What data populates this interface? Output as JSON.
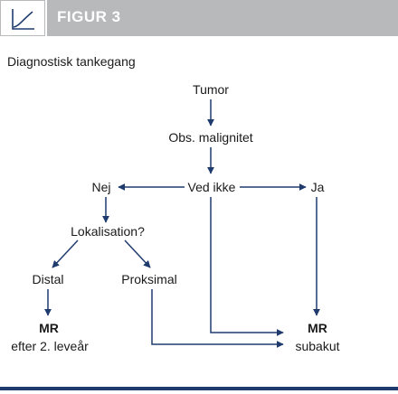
{
  "header": {
    "figure_label": "FIGUR 3",
    "icon": "line-chart-icon"
  },
  "subtitle": "Diagnostisk tankegang",
  "nodes": {
    "tumor": "Tumor",
    "obs_malignitet": "Obs. malignitet",
    "ved_ikke": "Ved ikke",
    "nej": "Nej",
    "ja": "Ja",
    "lokalisation": "Lokalisation?",
    "distal": "Distal",
    "proksimal": "Proksimal",
    "mr_left": "MR",
    "efter_leveaar": "efter 2. leveår",
    "mr_right": "MR",
    "subakut": "subakut"
  },
  "colors": {
    "header_bg": "#b7b9bb",
    "arrow": "#1f3b6e",
    "rule": "#1f3b6e"
  }
}
